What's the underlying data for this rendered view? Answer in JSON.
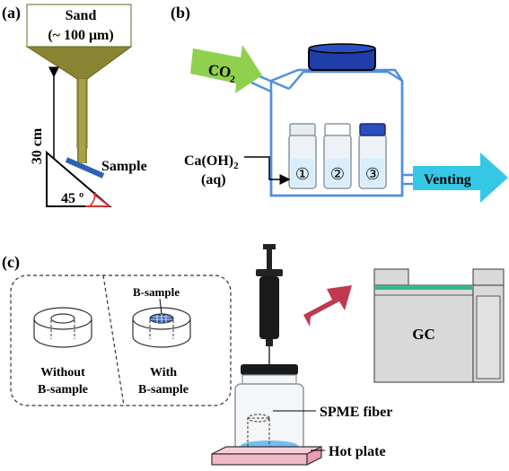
{
  "panels": {
    "a": {
      "label": "(a)",
      "sand_line1": "Sand",
      "sand_line2": "(~ 100 μm)",
      "height_label": "30 cm",
      "sample_label": "Sample",
      "angle_label": "45 º"
    },
    "b": {
      "label": "(b)",
      "co2_label": "CO",
      "co2_sub": "2",
      "caoh_line1": "Ca(OH)",
      "caoh_sub": "2",
      "caoh_line2": "(aq)",
      "vial_labels": [
        "①",
        "②",
        "③"
      ],
      "venting_label": "Venting"
    },
    "c": {
      "label": "(c)",
      "b_sample_label": "B-sample",
      "without_line1": "Without",
      "without_line2": "B-sample",
      "with_line1": "With",
      "with_line2": "B-sample",
      "spme_label": "SPME fiber",
      "hotplate_label": "Hot plate",
      "gc_label": "GC"
    }
  },
  "colors": {
    "sand": "#7f7a2a",
    "sample_blue": "#2e5fb8",
    "line_blue": "#4f8fe0",
    "arrow_green": "#8fd14f",
    "vent_cyan": "#35c8e6",
    "lid_navy": "#1f3ea8",
    "arrow_red": "#c0394f",
    "hotplate_pink": "#f2b8c6",
    "gc_green": "#3bb58a",
    "angle_red": "#d43030"
  }
}
